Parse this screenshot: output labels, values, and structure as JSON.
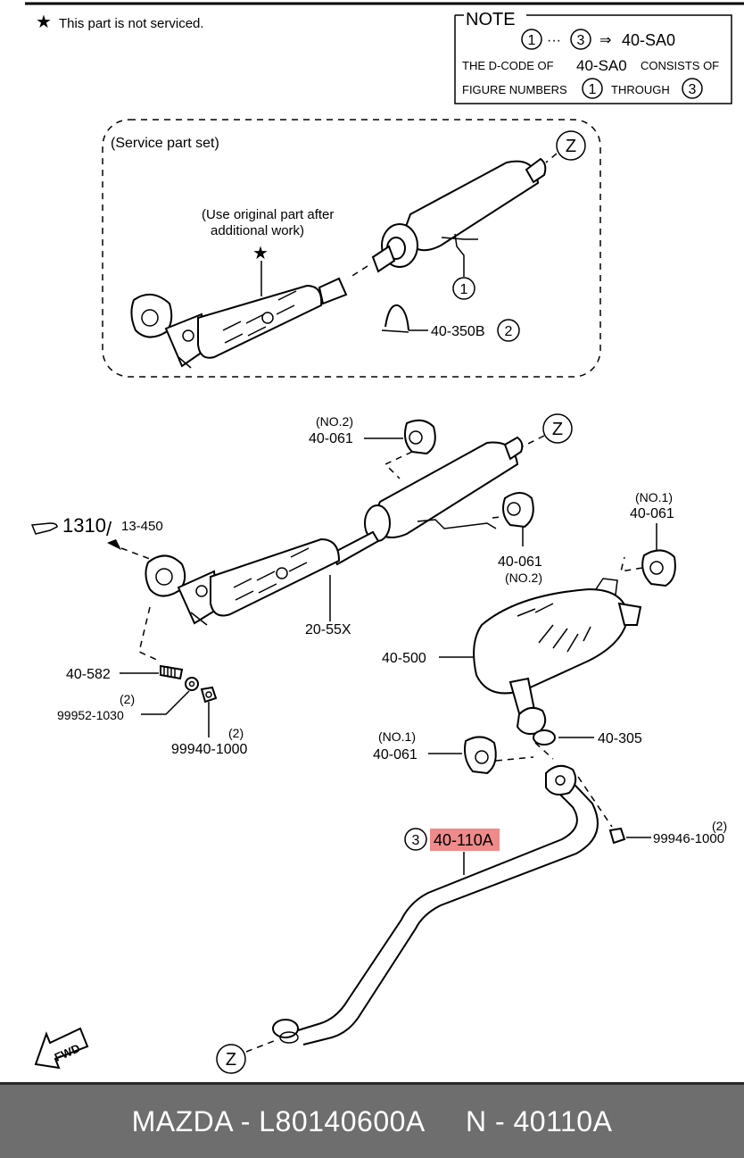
{
  "header_note": "This part is not serviced.",
  "note_box": {
    "title": "NOTE",
    "line1_code": "40-SA0",
    "line2_prefix": "THE D-CODE OF",
    "line2_code": "40-SA0",
    "line2_suffix": "CONSISTS OF",
    "line3_prefix": "FIGURE NUMBERS",
    "line3_mid": "THROUGH",
    "dots": "···",
    "arrow": "⇒",
    "num1": "1",
    "num3": "3"
  },
  "service_set": {
    "title": "(Service part set)",
    "annotation_line1": "(Use original part after",
    "annotation_line2": "additional work)",
    "star": "★",
    "z_label": "Z",
    "fig1": "1",
    "clamp_code": "40-350B",
    "clamp_fig": "2"
  },
  "labels": {
    "no2_top": "(NO.2)",
    "hanger_top": "40-061",
    "z_top": "Z",
    "ref_1310": "1310",
    "ref_slash": "/",
    "ref_13450": "13-450",
    "hanger_no1_right_tag": "(NO.1)",
    "hanger_no1_right": "40-061",
    "hanger_no2_mid": "40-061",
    "hanger_no2_mid_tag": "(NO.2)",
    "cat_converter": "20-55X",
    "stud": "40-582",
    "washer_qty": "(2)",
    "washer": "99952-1030",
    "nut_qty": "(2)",
    "nut": "99940-1000",
    "muffler": "40-500",
    "gasket": "40-305",
    "hanger_no1_left_tag": "(NO.1)",
    "hanger_no1_left": "40-061",
    "nut2_qty": "(2)",
    "nut2": "99946-1000",
    "pipe_fig": "3",
    "pipe_code": "40-110A",
    "z_bottom": "Z",
    "fwd": "FWD"
  },
  "highlight_color": "#f08a8a",
  "footer": {
    "text": "MAZDA - L80140600A     N - 40110A"
  }
}
